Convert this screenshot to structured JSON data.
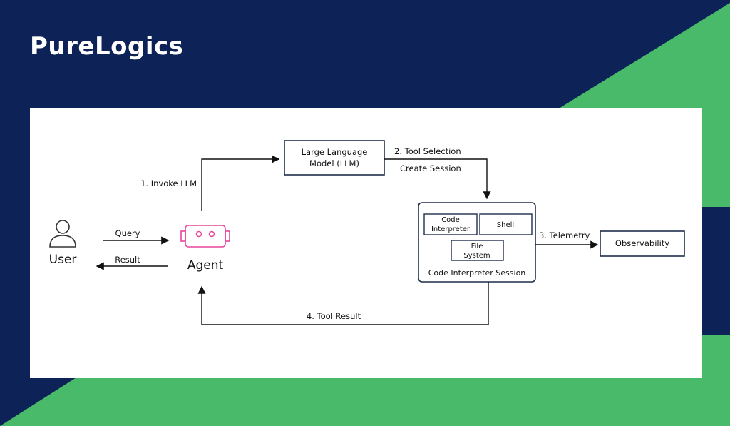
{
  "brand": {
    "name": "PureLogics"
  },
  "colors": {
    "navy": "#0d2257",
    "green": "#49b96a",
    "agent_pink": "#e5479b"
  },
  "diagram": {
    "nodes": {
      "user": "User",
      "agent": "Agent",
      "llm_line1": "Large Language",
      "llm_line2": "Model (LLM)",
      "code_interpreter_line1": "Code",
      "code_interpreter_line2": "Interpreter",
      "shell": "Shell",
      "file_system_line1": "File",
      "file_system_line2": "System",
      "session": "Code Interpreter Session",
      "observability": "Observability"
    },
    "edges": {
      "query": "Query",
      "result": "Result",
      "invoke_llm": "1. Invoke LLM",
      "tool_selection": "2. Tool Selection",
      "create_session": "Create Session",
      "telemetry": "3. Telemetry",
      "tool_result": "4. Tool Result"
    },
    "icons": {
      "user": "user-icon",
      "agent": "robot-icon"
    }
  }
}
